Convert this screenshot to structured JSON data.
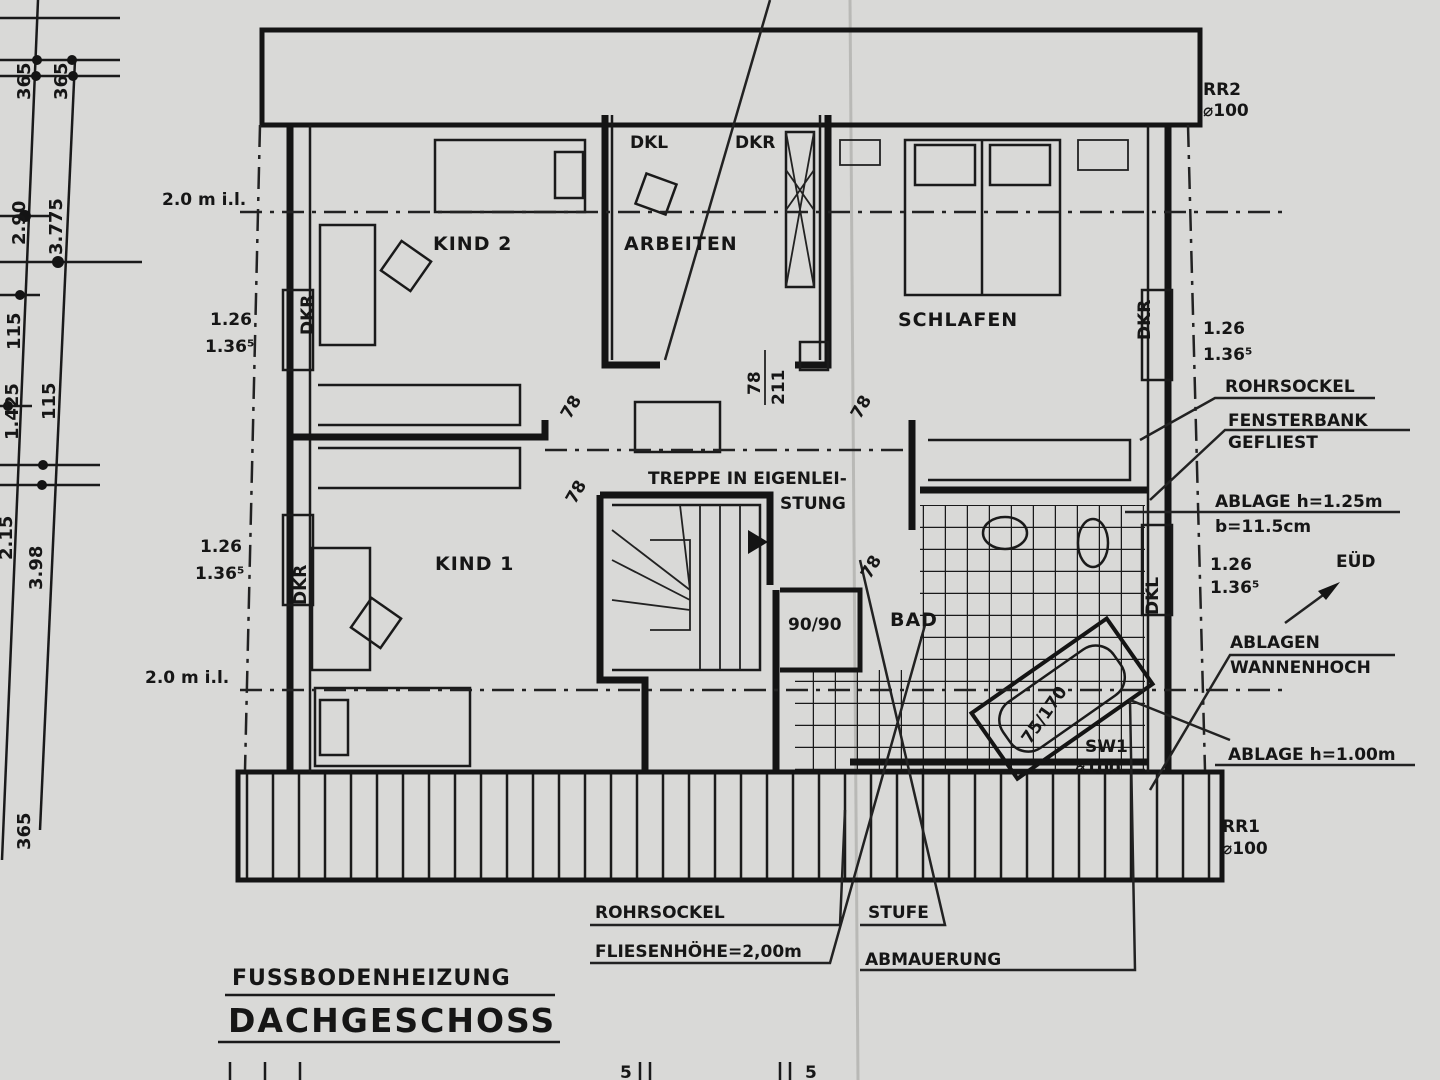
{
  "rooms": {
    "kind2": "KIND  2",
    "arbeiten": "ARBEITEN",
    "schlafen": "SCHLAFEN",
    "kind1": "KIND  1",
    "bad": "BAD",
    "treppe1": "TREPPE IN EIGENLEI-",
    "treppe2": "STUNG"
  },
  "windows": {
    "dkl": "DKL",
    "dkr": "DKR"
  },
  "doors": {
    "d1": "78",
    "d2": "211",
    "shower": "90/90",
    "tub": "75/170"
  },
  "left_dims": {
    "d365a": "365",
    "d365b": "365",
    "d290": "2.90",
    "d3775": "3.775",
    "d115a": "115",
    "d115b": "115",
    "d1425": "1.425",
    "d215": "2.15",
    "d398": "3.98",
    "d365c": "365",
    "il_top": "2.0 m i.l.",
    "il_bottom": "2.0 m i.l.",
    "sill_top_a": "1.26",
    "sill_top_b": "1.36⁵",
    "sill_bot_a": "1.26",
    "sill_bot_b": "1.36⁵"
  },
  "right_notes": {
    "rr2": "RR2",
    "rr2d": "⌀100",
    "sill_a": "1.26",
    "sill_b": "1.36⁵",
    "rohrsockel": "ROHRSOCKEL",
    "fensterbank": "FENSTERBANK",
    "gefliest": "GEFLIEST",
    "ablage125": "ABLAGE  h=1.25m",
    "b115": "b=11.5cm",
    "sill2_a": "1.26",
    "sill2_b": "1.36⁵",
    "eud": "EÜD",
    "ablagen": "ABLAGEN",
    "wannenhoch": "WANNENHOCH",
    "ablage100": "ABLAGE  h=1.00m",
    "sw1": "SW1",
    "sw1d": "⌀100",
    "rr1": "RR1",
    "rr1d": "⌀100"
  },
  "bottom_notes": {
    "rohrsockel": "ROHRSOCKEL",
    "fliesen": "FLIESENHÖHE=2,00m",
    "stufe": "STUFE",
    "abmauerung": "ABMAUERUNG"
  },
  "title": {
    "sub": "FUSSBODENHEIZUNG",
    "main": "DACHGESCHOSS"
  },
  "footer_dims": {
    "a": "5",
    "b": "5"
  }
}
